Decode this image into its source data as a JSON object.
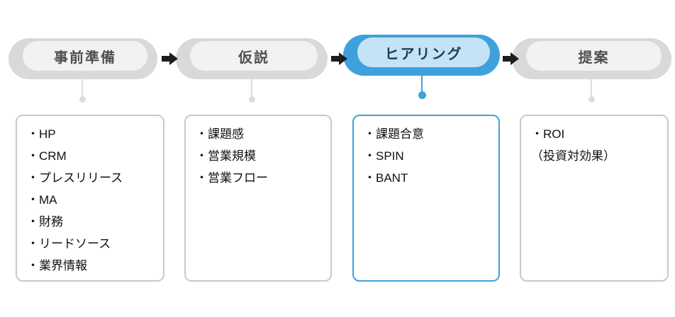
{
  "diagram": {
    "title_hint": "sales-process-flow",
    "colors": {
      "active_outer": "#3fa1dc",
      "active_inner": "#c5e3f6",
      "active_text": "#1e3c50",
      "inactive_outer": "#d9d9d9",
      "inactive_inner": "#f2f2f2",
      "inactive_text": "#4f4f4f",
      "arrow": "#1d1d1d",
      "box_border": "#c9c9c9",
      "active_box_border": "#3fa1dc",
      "item_text": "#111111"
    },
    "stages": [
      {
        "label": "事前準備",
        "active": false,
        "items": [
          "・HP",
          "・CRM",
          "・プレスリリース",
          "・MA",
          "・財務",
          "・リードソース",
          "・業界情報"
        ]
      },
      {
        "label": "仮説",
        "active": false,
        "items": [
          "・課題感",
          "・営業規模",
          "・営業フロー"
        ]
      },
      {
        "label": "ヒアリング",
        "active": true,
        "items": [
          "・課題合意",
          "・SPIN",
          "・BANT"
        ]
      },
      {
        "label": "提案",
        "active": false,
        "items": [
          "・ROI",
          "（投資対効果）"
        ]
      }
    ]
  }
}
